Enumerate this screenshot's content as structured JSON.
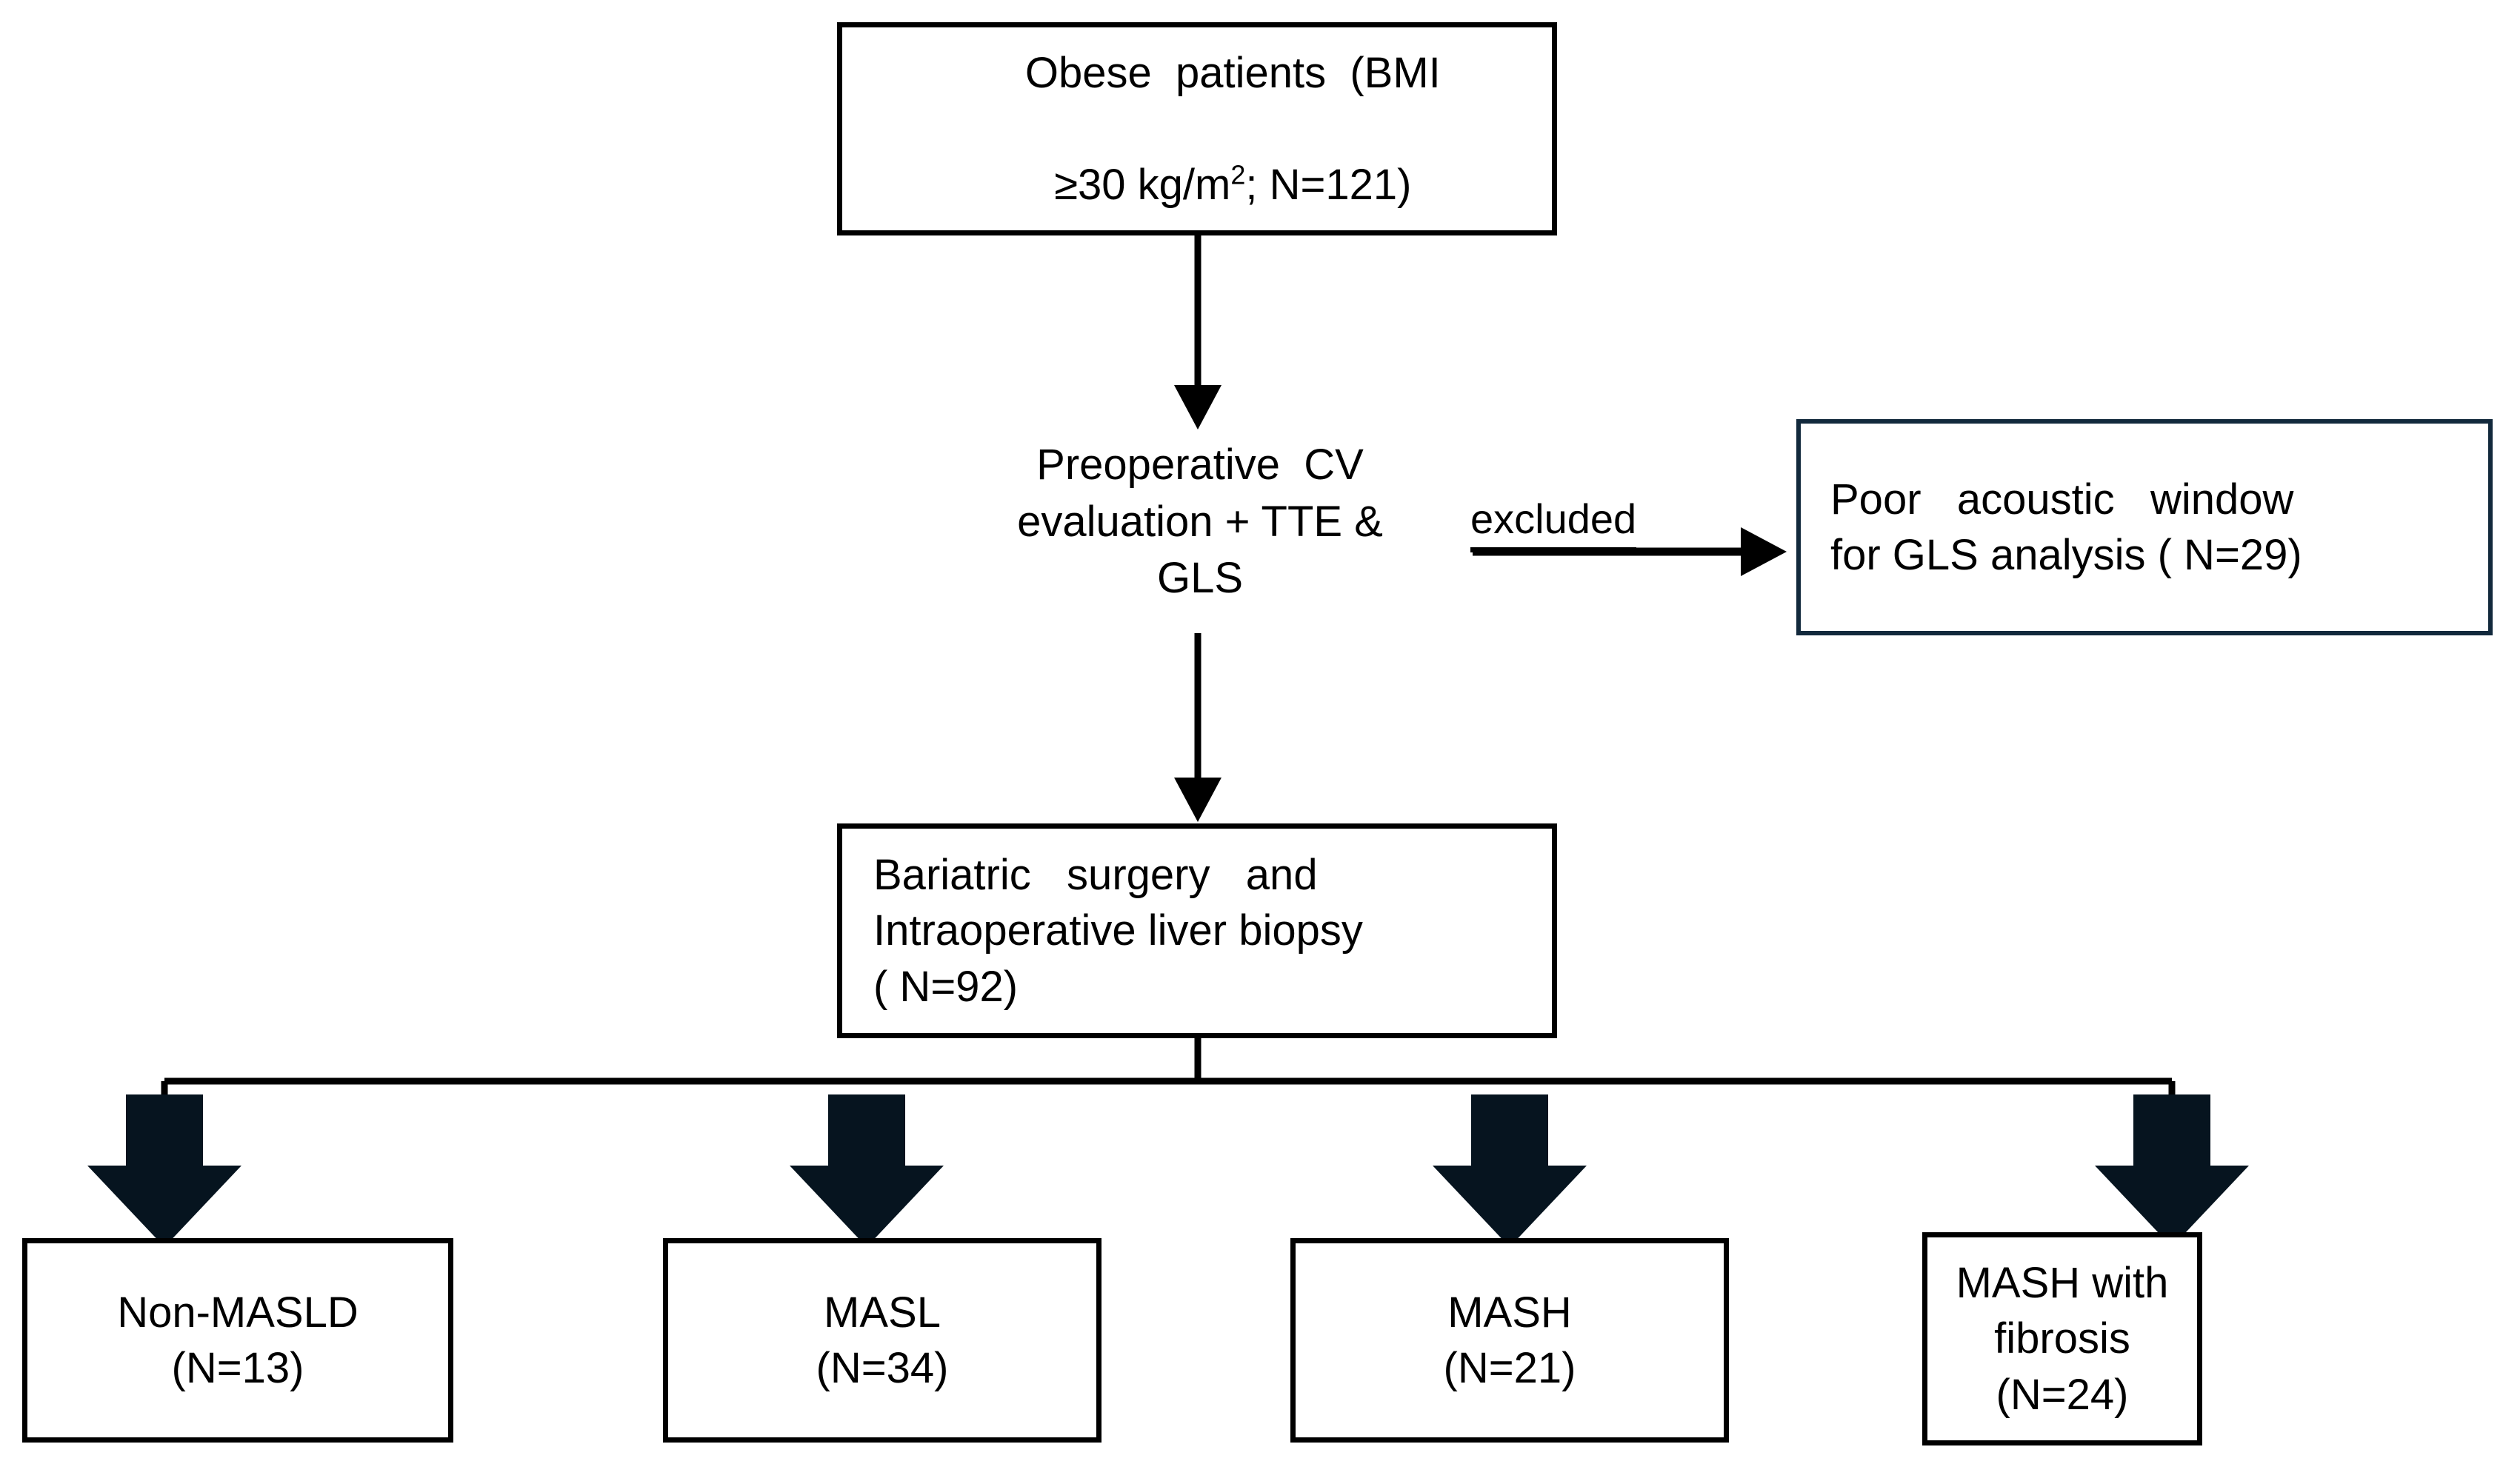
{
  "diagram": {
    "title": "Patient enrollment and classification flowchart",
    "colors": {
      "background": "#ffffff",
      "box_border": "#000000",
      "excluded_box_border": "#12293c",
      "arrow": "#000000",
      "block_arrow": "#06141f",
      "text": "#000000"
    },
    "nodes": {
      "top": {
        "line1": "Obese  patients  (BMI",
        "line2_prefix": "≥30 kg/m",
        "line2_sup": "2",
        "line2_suffix": "; N=121)"
      },
      "preoperative": "Preoperative  CV\nevaluation + TTE &\nGLS",
      "excluded_box": "Poor   acoustic   window\nfor GLS analysis ( N=29)",
      "bariatric": "Bariatric   surgery   and\nIntraoperative liver biopsy\n( N=92)",
      "outcomes": [
        {
          "name": "Non-MASLD",
          "count": "(N=13)"
        },
        {
          "name": "MASL",
          "count": "(N=34)"
        },
        {
          "name": "MASH",
          "count": "(N=21)"
        },
        {
          "name": "MASH with\nfibrosis",
          "count": "(N=24)"
        }
      ]
    },
    "edges": {
      "excluded_label": "excluded"
    }
  }
}
